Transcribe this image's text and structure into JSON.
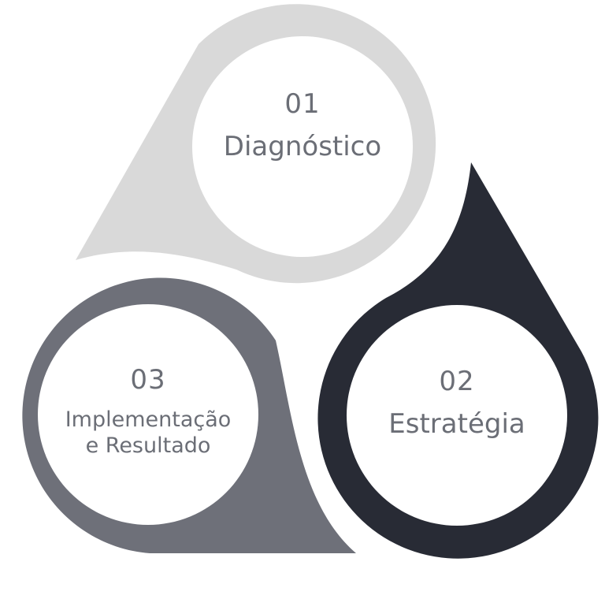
{
  "steps": [
    {
      "number": "01",
      "title": "Diagnóstico",
      "color": "#d9d9d9"
    },
    {
      "number": "02",
      "title": "Estratégia",
      "color": "#282b35"
    },
    {
      "number": "03",
      "title_line1": "Implementação",
      "title_line2": "e Resultado",
      "color": "#6e7079"
    }
  ],
  "text_color": "#6b6e76"
}
